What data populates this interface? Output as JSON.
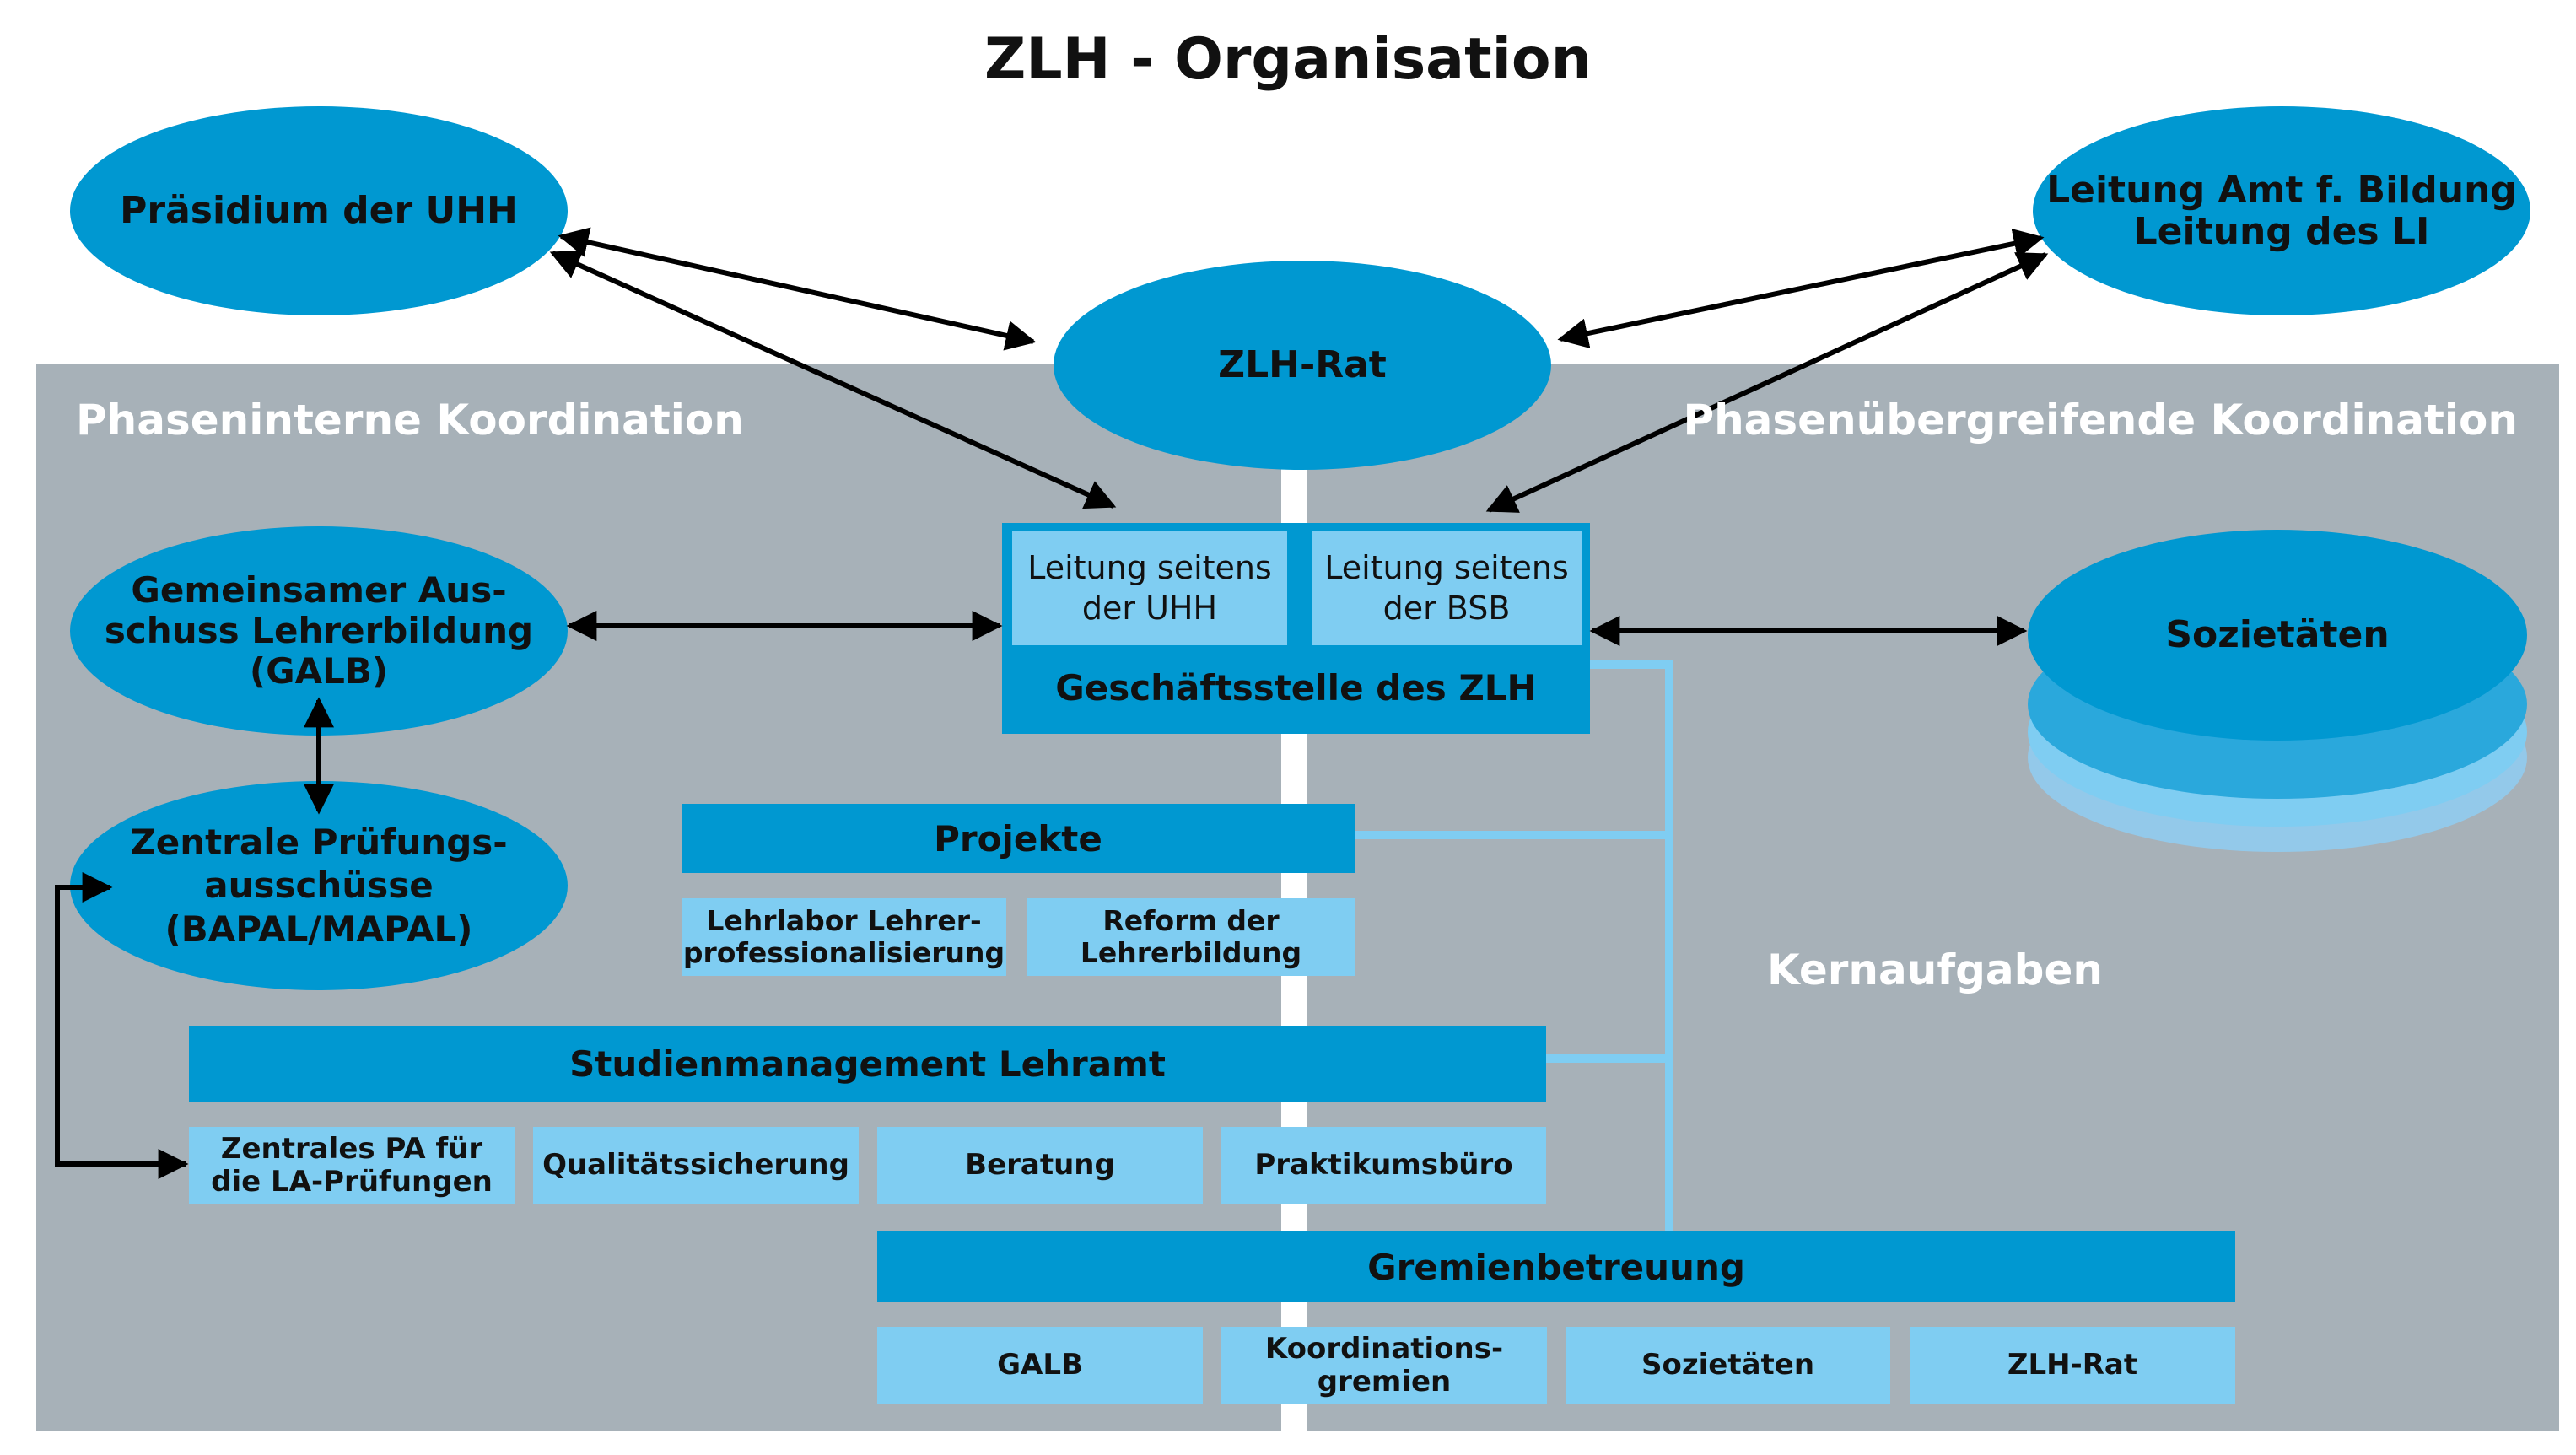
{
  "title": "ZLH - Organisation",
  "colors": {
    "dark_blue": "#0098d1",
    "light_blue": "#7fcdf2",
    "mid_blue": "#2aa8dc",
    "pale_blue": "#93c9ea",
    "grey_panel": "#a7b1b8",
    "arrow": "#000000",
    "connector": "#7fcdf2"
  },
  "zones": {
    "left": "Phaseninterne Koordination",
    "right": "Phasenübergreifende Koordination",
    "core": "Kernaufgaben"
  },
  "ellipses": {
    "praesidium": "Präsidium der UHH",
    "leitung_amt": "Leitung Amt f. Bildung\nLeitung des LI",
    "zlh_rat": "ZLH-Rat",
    "galb": "Gemeinsamer Aus-\nschuss Lehrerbildung\n(GALB)",
    "pruefung": "Zentrale Prüfungs-\nausschüsse\n(BAPAL/MAPAL)",
    "sozietaeten": "Sozietäten"
  },
  "geschaeftsstelle": {
    "title": "Geschäftsstelle des ZLH",
    "leitung_uhh": "Leitung seitens\nder UHH",
    "leitung_bsb": "Leitung seitens\nder BSB"
  },
  "projekte": {
    "title": "Projekte",
    "items": [
      "Lehrlabor Lehrer-\nprofessionalisierung",
      "Reform der\nLehrerbildung"
    ]
  },
  "studienmanagement": {
    "title": "Studienmanagement Lehramt",
    "items": [
      "Zentrales PA für\ndie LA-Prüfungen",
      "Qualitätssicherung",
      "Beratung",
      "Praktikumsbüro"
    ]
  },
  "gremien": {
    "title": "Gremienbetreuung",
    "items": [
      "GALB",
      "Koordinations-\ngremien",
      "Sozietäten",
      "ZLH-Rat"
    ]
  }
}
